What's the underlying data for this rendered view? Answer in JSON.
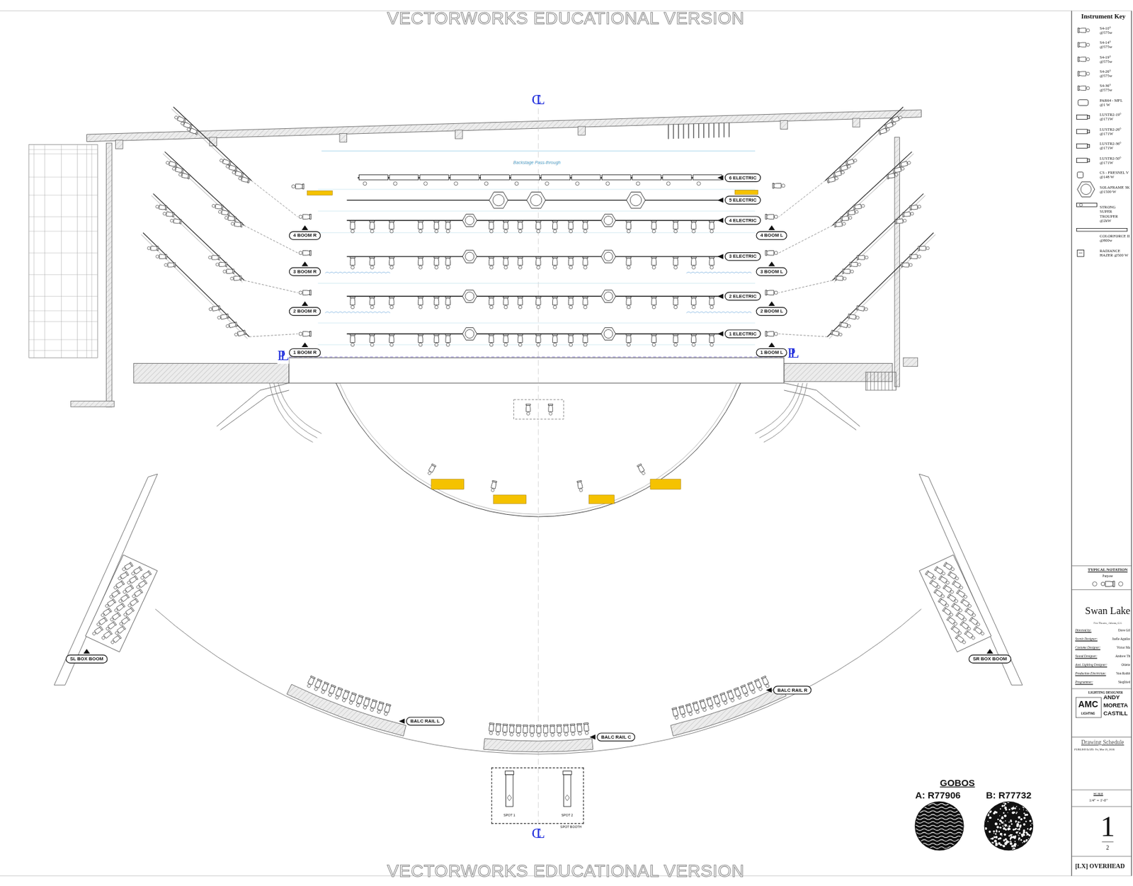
{
  "diagram": {
    "title": "Swan Lake",
    "nodes": [
      {
        "text": [
          "6 ELECTRIC"
        ]
      },
      {
        "text": [
          "5 ELECTRIC"
        ]
      },
      {
        "text": [
          "4 ELECTRIC"
        ]
      },
      {
        "text": [
          "4 BOOM R"
        ]
      },
      {
        "text": [
          "4 BOOM L"
        ]
      },
      {
        "text": [
          "3 ELECTRIC"
        ]
      },
      {
        "text": [
          "3 BOOM R"
        ]
      },
      {
        "text": [
          "3 BOOM L"
        ]
      },
      {
        "text": [
          "2 ELECTRIC"
        ]
      },
      {
        "text": [
          "2 BOOM R"
        ]
      },
      {
        "text": [
          "2 BOOM L"
        ]
      },
      {
        "text": [
          "1 ELECTRIC"
        ]
      },
      {
        "text": [
          "1 BOOM R"
        ]
      },
      {
        "text": [
          "1 BOOM L"
        ]
      },
      {
        "text": [
          "SL BOX BOOM"
        ]
      },
      {
        "text": [
          "SR BOX BOOM"
        ]
      },
      {
        "text": [
          "BALC RAIL R"
        ]
      },
      {
        "text": [
          "BALC RAIL L"
        ]
      },
      {
        "text": [
          "BALC RAIL C"
        ]
      },
      {
        "text": [
          "SPOT BOOTH"
        ]
      }
    ],
    "labels": [
      "VECTORWORKS EDUCATIONAL VERSION",
      "CL",
      "Backstage Pass-through",
      "PL",
      "PL",
      "SPOT 1",
      "SPOT 2",
      "CL",
      "VECTORWORKS EDUCATIONAL VERSION",
      "GOBOS",
      "A: R77906",
      "B: R77732",
      "Instrument Key",
      "TYPICAL NOTATION",
      "Purpose",
      "Swan Lake",
      "Fox Theatre, Atlanta, GA",
      "Directed by:",
      "Scenic Designer:",
      "Costume Designer:",
      "Sound Designer:",
      "Asst. Lighting Designer:",
      "Production Electrician:",
      "Programmer:",
      "Dave Gil",
      "Jaelle Aguilar",
      "Victor Ma",
      "Andrew Th",
      "Odette",
      "Von Rothb",
      "Siegfried",
      "LIGHTING DESIGNER",
      "AMC",
      "LIGHTING",
      "ANDY",
      "MORETA",
      "CASTILL",
      "Drawing Schedule",
      "PUBLISH DATE: Fri, Mar 20, 2026",
      "SCALE",
      "1/4\" = 1'-0\"",
      "1",
      "2",
      "[LX] OVERHEAD"
    ],
    "legend": [
      {
        "text": "S4-10° @575w"
      },
      {
        "text": "S4-14° @575w"
      },
      {
        "text": "S4-19° @575w"
      },
      {
        "text": "S4-26° @575w"
      },
      {
        "text": "S4-36° @575w"
      },
      {
        "text": "PAR64 - MFL @1 W"
      },
      {
        "text": "LUSTR2-19° @171W"
      },
      {
        "text": "LUSTR2-26° @171W"
      },
      {
        "text": "LUSTR2-36° @171W"
      },
      {
        "text": "LUSTR2-50° @171W"
      },
      {
        "text": "CS - FRESNEL V @148 W"
      },
      {
        "text": "SOLAFRAME 3K @1500 W"
      },
      {
        "text": "STRONG SUPER TROUPER @2kW"
      },
      {
        "text": "COLORFORCE II @800w"
      },
      {
        "text": "RADIANCE HAZER @500 W"
      }
    ]
  }
}
